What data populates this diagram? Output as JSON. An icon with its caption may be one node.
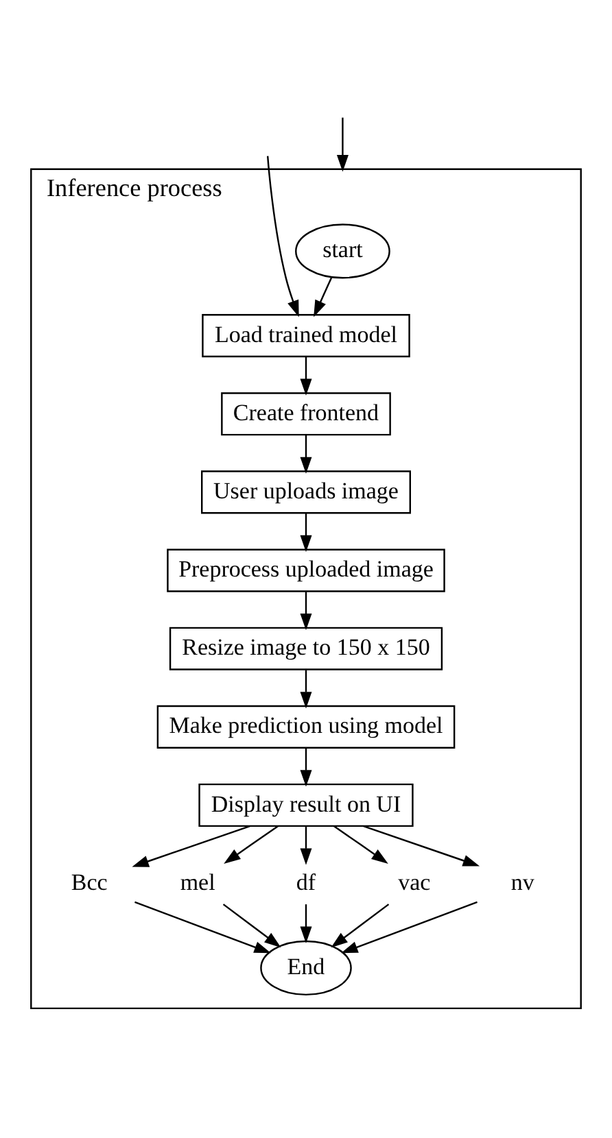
{
  "diagram": {
    "nodes": [
      {
        "text": [
          "Inference process"
        ]
      },
      {
        "text": [
          "start"
        ],
        "in": 0
      },
      {
        "text": [
          "Load trained model"
        ],
        "in": 0
      },
      {
        "text": [
          "Create frontend"
        ],
        "in": 0
      },
      {
        "text": [
          "User uploads image"
        ],
        "in": 0
      },
      {
        "text": [
          "Preprocess uploaded image"
        ],
        "in": 0
      },
      {
        "text": [
          "Resize image to 150 x 150"
        ],
        "in": 0
      },
      {
        "text": [
          "Make prediction using model"
        ],
        "in": 0
      },
      {
        "text": [
          "Display result on UI"
        ],
        "in": 0
      },
      {
        "text": [
          "Bcc"
        ],
        "in": 0
      },
      {
        "text": [
          "mel"
        ],
        "in": 0
      },
      {
        "text": [
          "df"
        ],
        "in": 0
      },
      {
        "text": [
          "vac"
        ],
        "in": 0
      },
      {
        "text": [
          "nv"
        ],
        "in": 0
      },
      {
        "text": [
          "End"
        ],
        "in": 0
      }
    ],
    "edges": [
      {
        "from": null,
        "to": 0,
        "arrow": "to"
      },
      {
        "from": null,
        "to": 2,
        "arrow": "to"
      },
      {
        "from": 1,
        "to": 2,
        "arrow": "to"
      },
      {
        "from": 2,
        "to": 3,
        "arrow": "to"
      },
      {
        "from": 3,
        "to": 4,
        "arrow": "to"
      },
      {
        "from": 4,
        "to": 5,
        "arrow": "to"
      },
      {
        "from": 5,
        "to": 6,
        "arrow": "to"
      },
      {
        "from": 6,
        "to": 7,
        "arrow": "to"
      },
      {
        "from": 7,
        "to": 8,
        "arrow": "to"
      },
      {
        "from": 8,
        "to": 9,
        "arrow": "to"
      },
      {
        "from": 8,
        "to": 10,
        "arrow": "to"
      },
      {
        "from": 8,
        "to": 11,
        "arrow": "to"
      },
      {
        "from": 8,
        "to": 12,
        "arrow": "to"
      },
      {
        "from": 8,
        "to": 13,
        "arrow": "to"
      },
      {
        "from": 9,
        "to": 14,
        "arrow": "to"
      },
      {
        "from": 10,
        "to": 14,
        "arrow": "to"
      },
      {
        "from": 11,
        "to": 14,
        "arrow": "to"
      },
      {
        "from": 12,
        "to": 14,
        "arrow": "to"
      },
      {
        "from": 13,
        "to": 14,
        "arrow": "to"
      }
    ]
  }
}
